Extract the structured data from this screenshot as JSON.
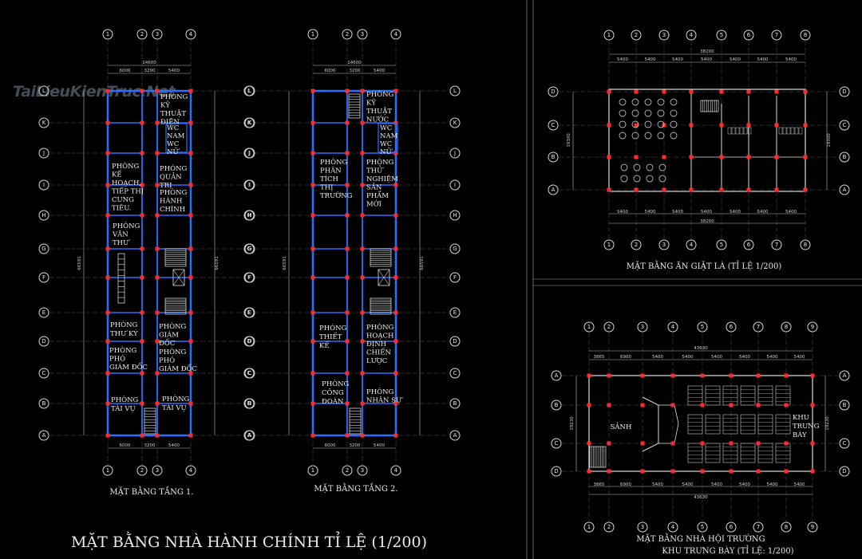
{
  "watermark": "TaiLieuKienTruc.Net",
  "main_title": "MẶT BẰNG NHÀ HÀNH CHÍNH TỈ LỆ (1/200)",
  "colors": {
    "background": "#000000",
    "wall": "#2b6fff",
    "column": "#ff2b2b",
    "text": "#eaeaea",
    "frame": "#3a8fd8"
  },
  "floor1": {
    "caption": "MẶT BẰNG TẦNG 1.",
    "col_labels": [
      "1",
      "2",
      "3",
      "4"
    ],
    "row_labels": [
      "L",
      "K",
      "J",
      "I",
      "H",
      "G",
      "F",
      "E",
      "D",
      "C",
      "B",
      "A"
    ],
    "overall_width": "14600",
    "spans": [
      "6000",
      "3200",
      "5400"
    ],
    "overall_height": "66591",
    "rooms": [
      [
        "PHÒNG",
        "KỸ",
        "THUẬT",
        "ĐIỆN"
      ],
      [
        "WC",
        "NAM",
        "WC",
        "NỮ"
      ],
      [
        "PHÒNG",
        "KẾ",
        "HOẠCH,",
        "TIẾP THỊ",
        "CUNG",
        "TIÊU."
      ],
      [
        "PHÒNG",
        "QUẢN",
        "TRỊ"
      ],
      [
        "PHÒNG",
        "HÀNH",
        "CHÍNH"
      ],
      [
        "PHÒNG",
        "VĂN",
        "THƯ"
      ],
      [
        "PHÒNG",
        "THƯ KÝ"
      ],
      [
        "PHÒNG",
        "GIÁM",
        "ĐỐC"
      ],
      [
        "PHÒNG",
        "PHÓ",
        "GIÁM ĐỐC"
      ],
      [
        "PHÒNG",
        "PHÓ",
        "GIÁM ĐỐC"
      ],
      [
        "PHÒNG",
        "TÀI VỤ"
      ],
      [
        "PHÒNG",
        "TÀI VỤ"
      ]
    ]
  },
  "floor2": {
    "caption": "MẶT BẰNG TẦNG 2.",
    "col_labels": [
      "1",
      "2",
      "3",
      "4"
    ],
    "row_labels": [
      "L",
      "K",
      "J",
      "I",
      "H",
      "G",
      "F",
      "E",
      "D",
      "C",
      "B",
      "A"
    ],
    "overall_width": "14600",
    "spans": [
      "6000",
      "3200",
      "5400"
    ],
    "overall_height": "66591",
    "rooms": [
      [
        "PHÒNG",
        "KỸ",
        "THUẬT",
        "NƯỚC"
      ],
      [
        "WC",
        "NAM",
        "WC",
        "NỮ"
      ],
      [
        "PHÒNG",
        "PHÂN",
        "TÍCH",
        "THỊ",
        "TRƯỜNG"
      ],
      [
        "PHÒNG",
        "THỬ",
        "NGHIỆM",
        "SẢN",
        "PHẨM",
        "MỚI"
      ],
      [
        "PHÒNG",
        "THIẾT",
        "KẾ"
      ],
      [
        "PHÒNG",
        "HOẠCH",
        "ĐỊNH",
        "CHIẾN",
        "LƯỢC"
      ],
      [
        "PHÒNG",
        "CÔNG",
        "ĐOÀN"
      ],
      [
        "PHÒNG",
        "NHÂN SỰ"
      ]
    ]
  },
  "laundry": {
    "caption": "MẶT BẰNG ĂN GIẶT LÀ (TỈ LỆ 1/200)",
    "col_labels": [
      "1",
      "2",
      "3",
      "4",
      "5",
      "6",
      "7",
      "8"
    ],
    "row_labels": [
      "D",
      "C",
      "B",
      "A"
    ],
    "overall_width": "38200",
    "spans": [
      "5400",
      "5400",
      "5400",
      "5400",
      "5400",
      "5400",
      "5400"
    ],
    "overall_height": "19300"
  },
  "hall": {
    "caption_line1": "MẶT BẰNG NHÀ HỘI TRƯỜNG",
    "caption_line2": "KHU TRƯNG BÀY (TỈ LỆ: 1/200)",
    "col_labels": [
      "1",
      "2",
      "3",
      "4",
      "5",
      "6",
      "7",
      "8",
      "9"
    ],
    "row_labels": [
      "A",
      "B",
      "C",
      "D"
    ],
    "overall_width": "43630",
    "spans": [
      "3865",
      "6900",
      "5400",
      "5400",
      "5400",
      "5400",
      "5400",
      "5400"
    ],
    "overall_height": "19230",
    "lobby": "SẢNH",
    "display": [
      "KHU",
      "TRƯNG",
      "BÀY"
    ]
  }
}
